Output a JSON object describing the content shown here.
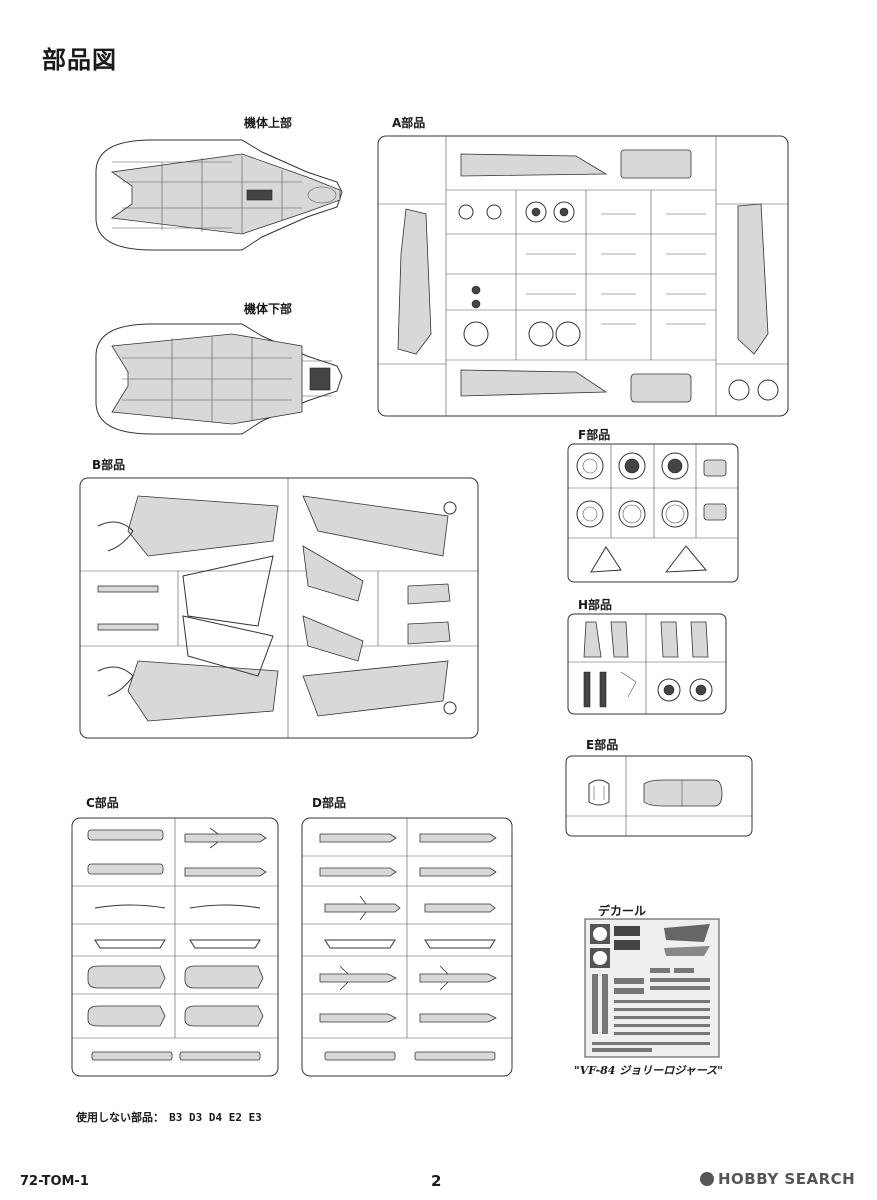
{
  "page_title": "部品図",
  "sections": {
    "upper_fuselage": "機体上部",
    "lower_fuselage": "機体下部",
    "sprue_a": "A部品",
    "sprue_b": "B部品",
    "sprue_c": "C部品",
    "sprue_d": "D部品",
    "sprue_e": "E部品",
    "sprue_f": "F部品",
    "sprue_h": "H部品",
    "decal": "デカール"
  },
  "decal_caption": "\"VF-84 ジョリーロジャース\"",
  "unused_parts": {
    "label": "使用しない部品：",
    "parts": "B3 D3 D4 E2 E3"
  },
  "footer": {
    "code": "72-TOM-1",
    "page_number": "2",
    "watermark": "HOBBY SEARCH"
  },
  "colors": {
    "line": "#333333",
    "part_fill": "#d8d8d8",
    "background": "#ffffff"
  }
}
